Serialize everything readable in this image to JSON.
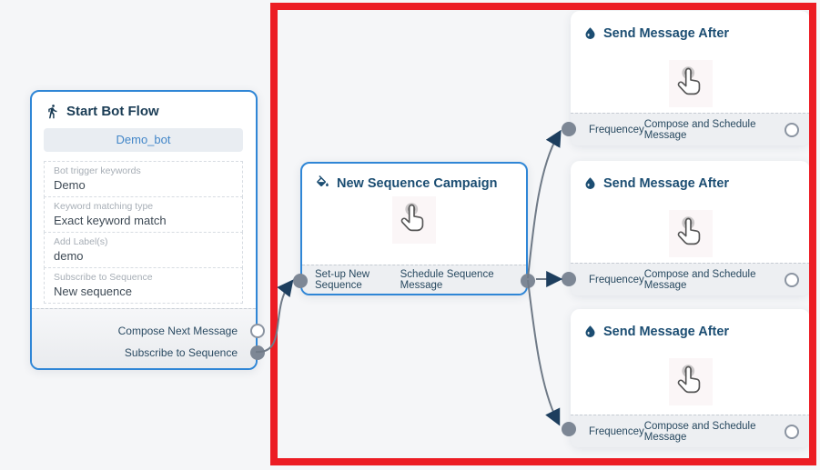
{
  "flow": {
    "start_node": {
      "title": "Start Bot Flow",
      "bot_name": "Demo_bot",
      "fields": [
        {
          "label": "Bot trigger keywords",
          "value": "Demo"
        },
        {
          "label": "Keyword matching type",
          "value": "Exact keyword match"
        },
        {
          "label": "Add Label(s)",
          "value": "demo"
        },
        {
          "label": "Subscribe to Sequence",
          "value": "New sequence"
        }
      ],
      "outputs": [
        {
          "label": "Compose Next Message",
          "connected": false
        },
        {
          "label": "Subscribe to Sequence",
          "connected": true
        }
      ]
    },
    "sequence_node": {
      "title": "New Sequence Campaign",
      "outputs": [
        {
          "label": "Set-up New Sequence"
        },
        {
          "label": "Schedule Sequence Message"
        }
      ]
    },
    "send_nodes": [
      {
        "title": "Send Message After",
        "input_label": "Frequencey",
        "output_label": "Compose and Schedule Message"
      },
      {
        "title": "Send Message After",
        "input_label": "Frequencey",
        "output_label": "Compose and Schedule Message"
      },
      {
        "title": "Send Message After",
        "input_label": "Frequencey",
        "output_label": "Compose and Schedule Message"
      }
    ],
    "icons": {
      "start": "walking-person-icon",
      "sequence": "paint-bucket-icon",
      "send": "water-drop-icon",
      "center": "hand-pointer-cursor-icon"
    },
    "colors": {
      "highlight_frame": "#ec1c24",
      "node_border": "#2f86d6",
      "bot_button_text": "#4286c8",
      "title_text": "#1b4d72",
      "wire": "#6f7a87",
      "arrow": "#1d3e5e",
      "port_fill": "#7d8795"
    }
  }
}
